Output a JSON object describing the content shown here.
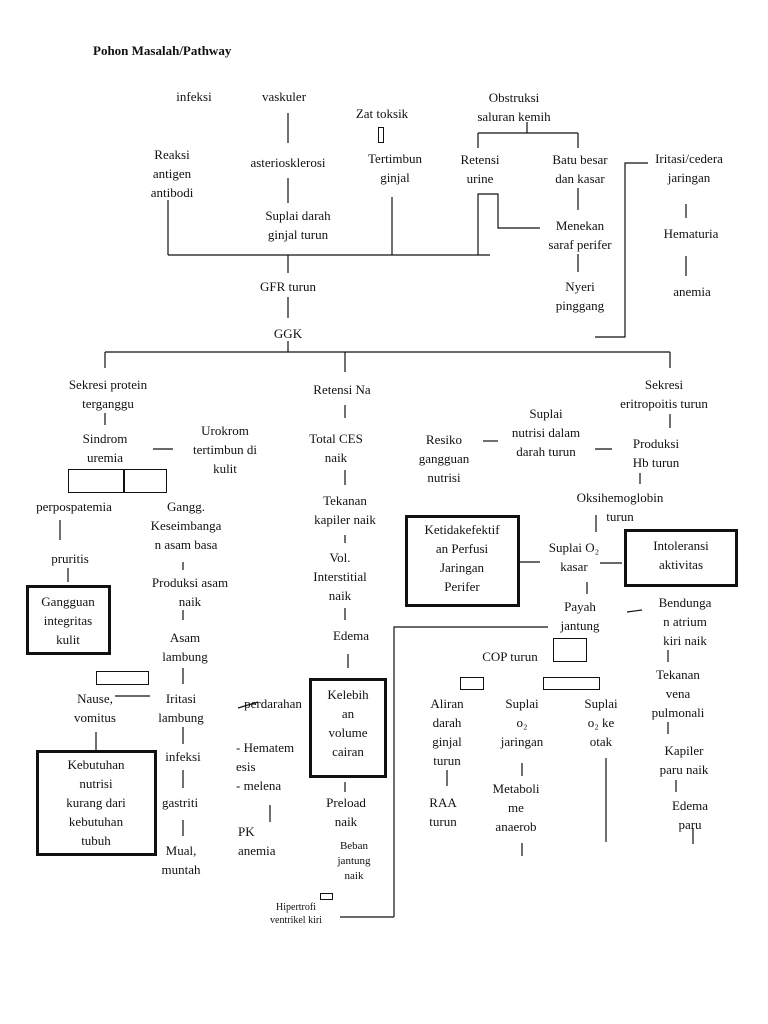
{
  "title": "Pohon Masalah/Pathway",
  "nodes": {
    "infeksi_top": "infeksi",
    "vaskuler": "vaskuler",
    "zat_toksik": "Zat toksik",
    "obstruksi": "Obstruksi\nsaluran kemih",
    "reaksi": "Reaksi\nantigen\nantibodi",
    "asteriosklerosi": "asteriosklerosi",
    "tertimbun_ginjal": "Tertimbun\nginjal",
    "retensi_urine": "Retensi\nurine",
    "batu_besar": "Batu besar\ndan kasar",
    "iritasi_cedera": "Iritasi/cedera\njaringan",
    "suplai_darah_ginjal": "Suplai darah\nginjal turun",
    "menekan_saraf": "Menekan\nsaraf perifer",
    "hematuria": "Hematuria",
    "nyeri_pinggang": "Nyeri\npinggang",
    "anemia_top": "anemia",
    "gfr_turun": "GFR turun",
    "ggk": "GGK",
    "sekresi_protein": "Sekresi protein\nterganggu",
    "retensi_na": "Retensi Na",
    "sekresi_eritropoitis": "Sekresi\neritropoitis turun",
    "sindrom_uremia": "Sindrom\nuremia",
    "urokrom": "Urokrom\ntertimbun di\nkulit",
    "total_ces": "Total CES\nnaik",
    "suplai_nutrisi": "Suplai\nnutrisi dalam\ndarah turun",
    "resiko_gangguan": "Resiko\ngangguan\nnutrisi",
    "produksi_hb": "Produksi\nHb turun",
    "perpospatemia": "perpospatemia",
    "gangg_keseimbangan": "Gangg.\nKeseimbanga\nn asam basa",
    "tekanan_kapiler": "Tekanan\nkapiler naik",
    "oksihemoglobin": "Oksihemoglobin\nturun",
    "ketidakefektif": "Ketidakefektif\nan Perfusi\nJaringan\nPerifer",
    "suplai_o2_kasar": "Suplai O₂\nkasar",
    "intoleransi": "Intoleransi\naktivitas",
    "pruritis": "pruritis",
    "vol_interstitial": "Vol.\nInterstitial\nnaik",
    "gangguan_integritas": "Gangguan\nintegritas\nkulit",
    "produksi_asam": "Produksi asam\nnaik",
    "payah_jantung": "Payah\njantung",
    "bendungan_atrium": "Bendunga\nn atrium\nkiri naik",
    "edema_mid": "Edema",
    "asam_lambung": "Asam\nlambung",
    "cop_turun": "COP turun",
    "tekanan_vena": "Tekanan\nvena\npulmonali",
    "nause": "Nause,\nvomitus",
    "iritasi_lambung": "Iritasi\nlambung",
    "perdarahan": "perdarahan",
    "kelebihan_volume": "Kelebih\nan\nvolume\ncairan",
    "aliran_darah_ginjal": "Aliran\ndarah\nginjal\nturun",
    "suplai_o2_jaringan": "Suplai\no₂\njaringan",
    "suplai_o2_otak": "Suplai\no₂ ke\notak",
    "kapiler_paru": "Kapiler\nparu naik",
    "hematemesis": "- Hematem\n  esis\n- melena",
    "kebutuhan_nutrisi": "Kebutuhan\nnutrisi\nkurang dari\nkebutuhan\ntubuh",
    "infeksi_low": "infeksi",
    "preload_naik": "Preload\nnaik",
    "raa_turun": "RAA\nturun",
    "metabolisme": "Metaboli\nme\nanaerob",
    "edema_paru": "Edema\nparu",
    "gastriti": "gastriti",
    "pk_anemia": "PK\nanemia",
    "beban_jantung": "Beban\njantung\nnaik",
    "mual_muntah": "Mual,\nmuntah",
    "hipertrofi": "Hipertrofi\nventrikel kiri"
  }
}
